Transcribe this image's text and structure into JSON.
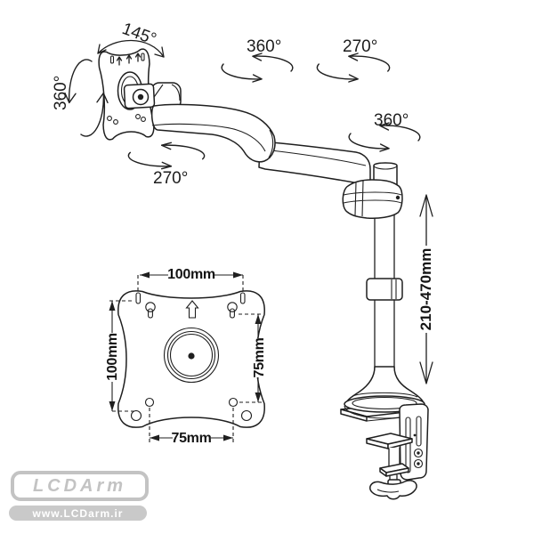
{
  "colors": {
    "ink": "#1f1f1f",
    "watermark_gray": "#c3c3c3",
    "background": "#ffffff"
  },
  "rotation_labels": {
    "tilt": "145°",
    "monitor_spin": "360°",
    "arm_top_swivel": "360°",
    "arm_mid_swivel": "270°",
    "pole_swivel": "360°",
    "bracket_swivel": "270°"
  },
  "dimension_labels": {
    "height_range": "210-470mm",
    "vesa_outer_width": "100mm",
    "vesa_outer_height": "100mm",
    "vesa_inner_height": "75mm",
    "vesa_inner_width": "75mm"
  },
  "watermark": {
    "brand": "LCDArm",
    "url": "www.LCDarm.ir"
  }
}
